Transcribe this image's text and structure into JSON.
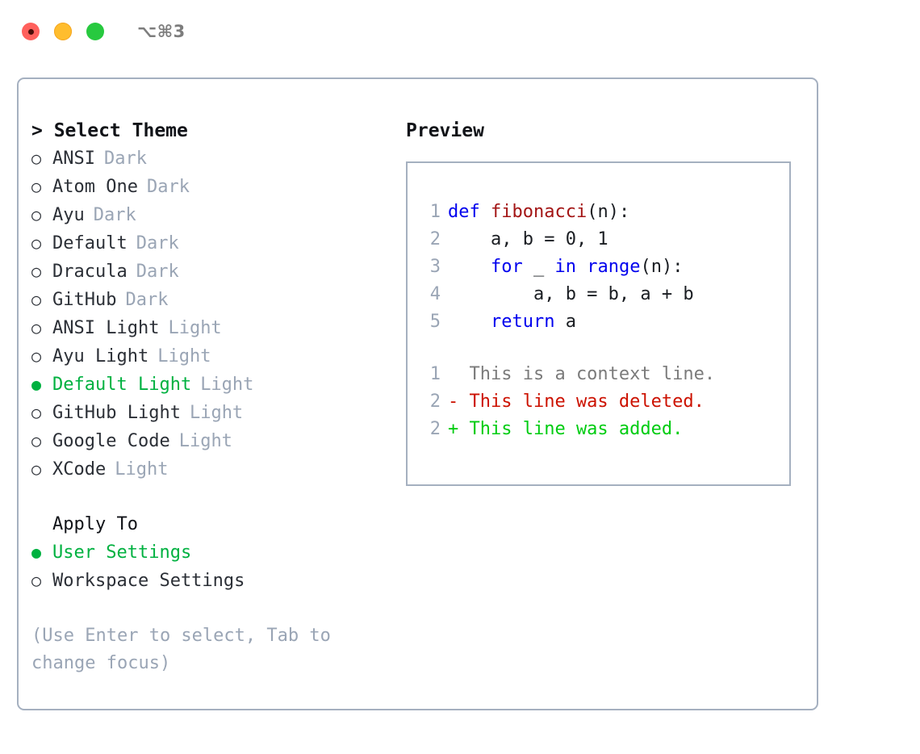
{
  "titlebar": {
    "shortcut": "⌥⌘3",
    "buttons": [
      {
        "name": "close",
        "color": "#ff605c"
      },
      {
        "name": "minimize",
        "color": "#ffbd2e"
      },
      {
        "name": "maximize",
        "color": "#27c93f"
      }
    ]
  },
  "theme_picker": {
    "header": "> Select Theme",
    "marker_selected": "●",
    "marker_unselected": "○",
    "items": [
      {
        "label": "ANSI",
        "tag": "Dark",
        "selected": false
      },
      {
        "label": "Atom One",
        "tag": "Dark",
        "selected": false
      },
      {
        "label": "Ayu",
        "tag": "Dark",
        "selected": false
      },
      {
        "label": "Default",
        "tag": "Dark",
        "selected": false
      },
      {
        "label": "Dracula",
        "tag": "Dark",
        "selected": false
      },
      {
        "label": "GitHub",
        "tag": "Dark",
        "selected": false
      },
      {
        "label": "ANSI Light",
        "tag": "Light",
        "selected": false
      },
      {
        "label": "Ayu Light",
        "tag": "Light",
        "selected": false
      },
      {
        "label": "Default Light",
        "tag": "Light",
        "selected": true
      },
      {
        "label": "GitHub Light",
        "tag": "Light",
        "selected": false
      },
      {
        "label": "Google Code",
        "tag": "Light",
        "selected": false
      },
      {
        "label": "XCode",
        "tag": "Light",
        "selected": false
      }
    ]
  },
  "apply_to": {
    "header": "Apply To",
    "items": [
      {
        "label": "User Settings",
        "selected": true
      },
      {
        "label": "Workspace Settings",
        "selected": false
      }
    ]
  },
  "hint": "(Use Enter to select, Tab to change focus)",
  "preview": {
    "header": "Preview",
    "code_lines": [
      {
        "number": "1",
        "tokens": [
          {
            "text": "def ",
            "kind": "kw"
          },
          {
            "text": "fibonacci",
            "kind": "fn"
          },
          {
            "text": "(n):",
            "kind": "code"
          }
        ]
      },
      {
        "number": "2",
        "tokens": [
          {
            "text": "    a, b = 0, 1",
            "kind": "code"
          }
        ]
      },
      {
        "number": "3",
        "tokens": [
          {
            "text": "    ",
            "kind": "code"
          },
          {
            "text": "for",
            "kind": "kw"
          },
          {
            "text": " _ ",
            "kind": "code"
          },
          {
            "text": "in",
            "kind": "kw"
          },
          {
            "text": " ",
            "kind": "code"
          },
          {
            "text": "range",
            "kind": "kw"
          },
          {
            "text": "(n):",
            "kind": "code"
          }
        ]
      },
      {
        "number": "4",
        "tokens": [
          {
            "text": "        a, b = b, a + b",
            "kind": "code"
          }
        ]
      },
      {
        "number": "5",
        "tokens": [
          {
            "text": "    ",
            "kind": "code"
          },
          {
            "text": "return",
            "kind": "kw"
          },
          {
            "text": " a",
            "kind": "code"
          }
        ]
      }
    ],
    "diff_lines": [
      {
        "number": "1",
        "text": "  This is a context line.",
        "kind": "ctx"
      },
      {
        "number": "2",
        "text": "- This line was deleted.",
        "kind": "del"
      },
      {
        "number": "2",
        "text": "+ This line was added.",
        "kind": "add"
      }
    ]
  },
  "colors": {
    "accent_green": "#00b140",
    "muted": "#9aa5b5",
    "border": "#a5b0c0",
    "keyword": "#0000ee",
    "function": "#a31515",
    "diff_deleted": "#cc1100",
    "diff_added": "#00cc11"
  }
}
